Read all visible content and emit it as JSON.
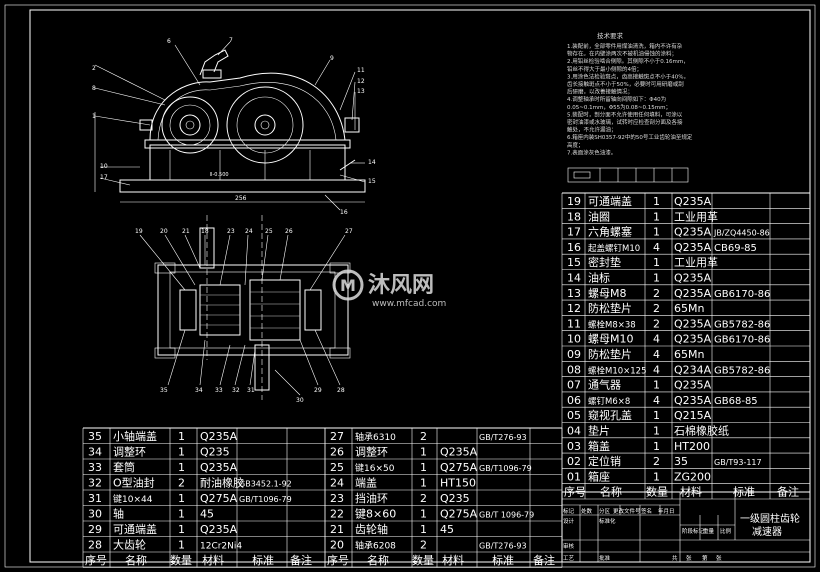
{
  "tech_notes": {
    "title": "技术要求",
    "lines": [
      "1.装配前，全部零件用煤油清洗，箱内不许有杂",
      "物存在。在内壁涂两次不被机油侵蚀的涂料；",
      "2.用铅丝检验啮合侧隙。其侧隙不小于0.16mm，",
      "铅丝不得大于最小侧隙的4倍；",
      "3.用涂色法检验斑点，齿高接触斑点不小于40%，",
      "齿长接触斑点不小于50%，必要时可用研磨或刮",
      "后研磨，以改善接触情况；",
      "4.调整轴承时所留轴向间隙如下：Φ40为",
      "0.05~0.1mm，Φ55为0.08~0.15mm；",
      "5.装配时，剖分面不允许使用任何填料，可涂以",
      "密封油漆或水玻璃，试转时应检查剖分面及各接",
      "触处，不允许漏油；",
      "6.箱座内装SH0357-92中的50号工业齿轮油至规定",
      "高度；",
      "7.表面涂灰色油漆。"
    ]
  },
  "watermark": {
    "brand": "沐风网",
    "url": "www.mfcad.com"
  },
  "front_view_labels": [
    "6",
    "7",
    "2",
    "8",
    "1",
    "10",
    "17",
    "9",
    "11",
    "12",
    "13",
    "14",
    "15",
    "16"
  ],
  "top_view_labels": [
    "19",
    "20",
    "21",
    "18",
    "23",
    "24",
    "25",
    "26",
    "27",
    "35",
    "34",
    "33",
    "32",
    "31",
    "30",
    "29",
    "28"
  ],
  "bom_right": [
    {
      "no": "19",
      "name": "可通端盖",
      "qty": "1",
      "mat": "Q235A",
      "std": ""
    },
    {
      "no": "18",
      "name": "油圈",
      "qty": "1",
      "mat": "工业用革",
      "std": ""
    },
    {
      "no": "17",
      "name": "六角螺塞",
      "qty": "1",
      "mat": "Q235A",
      "std": "JB/ZQ4450-86"
    },
    {
      "no": "16",
      "name": "起盖螺钉M10",
      "qty": "4",
      "mat": "Q235A",
      "std": "CB69-85"
    },
    {
      "no": "15",
      "name": "密封垫",
      "qty": "1",
      "mat": "工业用革",
      "std": ""
    },
    {
      "no": "14",
      "name": "油标",
      "qty": "1",
      "mat": "Q235A",
      "std": ""
    },
    {
      "no": "13",
      "name": "螺母M8",
      "qty": "2",
      "mat": "Q235A",
      "std": "GB6170-86"
    },
    {
      "no": "12",
      "name": "防松垫片",
      "qty": "2",
      "mat": "65Mn",
      "std": ""
    },
    {
      "no": "11",
      "name": "螺栓M8×38",
      "qty": "2",
      "mat": "Q235A",
      "std": "GB5782-86"
    },
    {
      "no": "10",
      "name": "螺母M10",
      "qty": "4",
      "mat": "Q235A",
      "std": "GB6170-86"
    },
    {
      "no": "09",
      "name": "防松垫片",
      "qty": "4",
      "mat": "65Mn",
      "std": ""
    },
    {
      "no": "08",
      "name": "螺栓M10×125",
      "qty": "4",
      "mat": "Q234A",
      "std": "GB5782-86"
    },
    {
      "no": "07",
      "name": "通气器",
      "qty": "1",
      "mat": "Q235A",
      "std": ""
    },
    {
      "no": "06",
      "name": "螺钉M6×8",
      "qty": "4",
      "mat": "Q235A",
      "std": "GB68-85"
    },
    {
      "no": "05",
      "name": "窥视孔盖",
      "qty": "1",
      "mat": "Q215A",
      "std": ""
    },
    {
      "no": "04",
      "name": "垫片",
      "qty": "1",
      "mat": "石棉橡胶纸",
      "std": ""
    },
    {
      "no": "03",
      "name": "箱盖",
      "qty": "1",
      "mat": "HT200",
      "std": ""
    },
    {
      "no": "02",
      "name": "定位销",
      "qty": "2",
      "mat": "35",
      "std": "GB/T93-117"
    },
    {
      "no": "01",
      "name": "箱座",
      "qty": "1",
      "mat": "ZG200",
      "std": ""
    }
  ],
  "bom_right_header": {
    "no": "序号",
    "name": "名称",
    "qty": "数量",
    "mat": "材料",
    "std": "标准",
    "remark": "备注"
  },
  "bom_left": [
    {
      "no": "35",
      "name": "小轴端盖",
      "qty": "1",
      "mat": "Q235A",
      "std": ""
    },
    {
      "no": "34",
      "name": "调整环",
      "qty": "1",
      "mat": "Q235",
      "std": ""
    },
    {
      "no": "33",
      "name": "套筒",
      "qty": "1",
      "mat": "Q235A",
      "std": ""
    },
    {
      "no": "32",
      "name": "O型油封",
      "qty": "2",
      "mat": "耐油橡胶",
      "std": "GB3452.1-92"
    },
    {
      "no": "31",
      "name": "键10×44",
      "qty": "1",
      "mat": "Q275A",
      "std": "GB/T1096-79"
    },
    {
      "no": "30",
      "name": "轴",
      "qty": "1",
      "mat": "45",
      "std": ""
    },
    {
      "no": "29",
      "name": "可通端盖",
      "qty": "1",
      "mat": "Q235A",
      "std": ""
    },
    {
      "no": "28",
      "name": "大齿轮",
      "qty": "1",
      "mat": "12Cr2Ni4",
      "std": ""
    }
  ],
  "bom_mid": [
    {
      "no": "27",
      "name": "轴承6310",
      "qty": "2",
      "mat": "",
      "std": "GB/T276-93"
    },
    {
      "no": "26",
      "name": "调整环",
      "qty": "1",
      "mat": "Q235A",
      "std": ""
    },
    {
      "no": "25",
      "name": "键16×50",
      "qty": "1",
      "mat": "Q275A",
      "std": "GB/T1096-79"
    },
    {
      "no": "24",
      "name": "端盖",
      "qty": "1",
      "mat": "HT150",
      "std": ""
    },
    {
      "no": "23",
      "name": "挡油环",
      "qty": "2",
      "mat": "Q235",
      "std": ""
    },
    {
      "no": "22",
      "name": "键8×60",
      "qty": "1",
      "mat": "Q275A",
      "std": "GB/T 1096-79"
    },
    {
      "no": "21",
      "name": "齿轮轴",
      "qty": "1",
      "mat": "45",
      "std": ""
    },
    {
      "no": "20",
      "name": "轴承6208",
      "qty": "2",
      "mat": "",
      "std": "GB/T276-93"
    }
  ],
  "bom_left_header": {
    "no": "序号",
    "name": "名称",
    "qty": "数量",
    "mat": "材料",
    "std": "标准",
    "remark": "备注"
  },
  "title_block": {
    "title_line1": "一级圆柱齿轮",
    "title_line2": "减速器",
    "row_labels": [
      "标记",
      "处数",
      "分区",
      "更改文件号",
      "签名",
      "年月日"
    ],
    "labels2": [
      "设计",
      "标准化"
    ],
    "labels3": [
      "审核"
    ],
    "labels4": [
      "工艺",
      "批准"
    ],
    "stage_labels": [
      "阶段标记",
      "重量",
      "比例"
    ],
    "sheet_labels": [
      "共",
      "张",
      "第",
      "张"
    ]
  }
}
